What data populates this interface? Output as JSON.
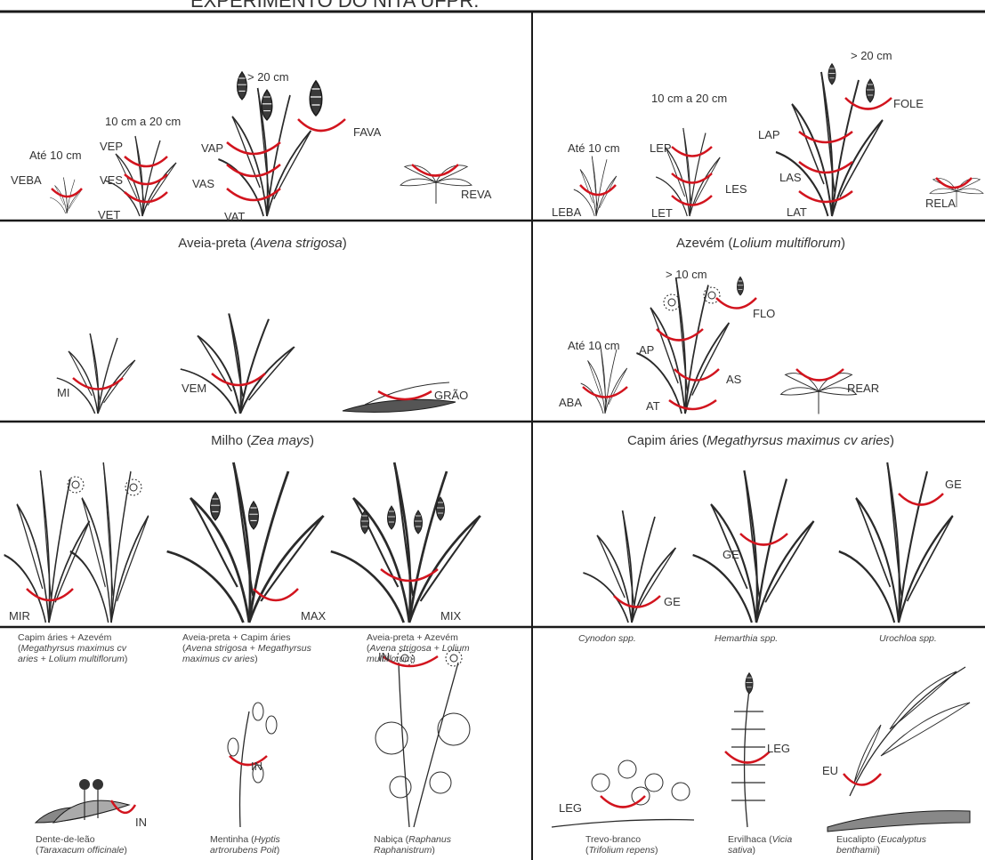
{
  "title": "EXPERIMENTO DO NITA UFPR.",
  "colors": {
    "cut_mark": "#d2141e",
    "lines": "#1a1a1a",
    "plant": "#2a2a2a"
  },
  "panels": {
    "aveia": {
      "header_pre": "Aveia-preta (",
      "header_species": "Avena strigosa",
      "header_post": ")",
      "heights": {
        "small": "Até 10 cm",
        "mid": "10 cm a 20 cm",
        "tall": "> 20 cm"
      },
      "codes": {
        "veba": "VEBA",
        "vep": "VEP",
        "ves": "VES",
        "vet": "VET",
        "vap": "VAP",
        "vas": "VAS",
        "vat": "VAT",
        "fava": "FAVA",
        "reva": "REVA"
      }
    },
    "azevem": {
      "header_pre": "Azevém (",
      "header_species": "Lolium multiflorum",
      "header_post": ")",
      "heights": {
        "small": "Até 10 cm",
        "mid": "10 cm a 20 cm",
        "tall": "> 20 cm"
      },
      "codes": {
        "leba": "LEBA",
        "lep": "LEP",
        "les": "LES",
        "let": "LET",
        "lap": "LAP",
        "las": "LAS",
        "lat": "LAT",
        "fole": "FOLE",
        "rela": "RELA"
      }
    },
    "milho": {
      "header_pre": "Milho (",
      "header_species": "Zea mays",
      "header_post": ")",
      "codes": {
        "mi": "MI",
        "vem": "VEM",
        "grao": "GRÃO"
      }
    },
    "capim": {
      "header_pre": "Capim áries (",
      "header_species": "Megathyrsus maximus cv aries",
      "header_post": ")",
      "heights": {
        "small": "Até 10 cm",
        "tall": "> 10 cm"
      },
      "codes": {
        "aba": "ABA",
        "ap": "AP",
        "as": "AS",
        "at": "AT",
        "flo": "FLO",
        "rear": "REAR"
      }
    },
    "mixes": {
      "codes": {
        "mir": "MIR",
        "max": "MAX",
        "mix": "MIX"
      },
      "captions": {
        "mir": {
          "line1": "Capim áries + Azevém",
          "line2_pre": "(",
          "line2_sp": "Megathyrsus maximus cv",
          "line3_sp": "aries + Lolium multiflorum",
          "line3_post": ")"
        },
        "max": {
          "line1": "Aveia-preta + Capim áries",
          "line2_pre": "(",
          "line2_sp": "Avena strigosa + Megathyrsus",
          "line3_sp": "maximus cv aries",
          "line3_post": ")"
        },
        "mix": {
          "line1": "Aveia-preta + Azevém",
          "line2_pre": "(",
          "line2_sp": "Avena strigosa + Lolium",
          "line3_sp": "multiflorum",
          "line3_post": ")"
        }
      }
    },
    "grasses": {
      "code": "GE",
      "captions": {
        "cynodon": "Cynodon spp.",
        "hemarthia": "Hemarthia spp.",
        "urochloa": "Urochloa spp."
      }
    },
    "weeds": {
      "code": "IN",
      "captions": {
        "dente": {
          "line1": "Dente-de-leão",
          "line2_pre": "(",
          "line2_sp": "Taraxacum officinale",
          "line2_post": ")"
        },
        "mentinha": {
          "line1_pre": "Mentinha (",
          "line1_sp": "Hyptis",
          "line2_sp": "artrorubens Poit",
          "line2_post": ")"
        },
        "nabica": {
          "line1_pre": "Nabiça (",
          "line1_sp": "Raphanus",
          "line2_sp": "Raphanistrum",
          "line2_post": ")"
        }
      }
    },
    "legumes": {
      "codes": {
        "leg": "LEG",
        "eu": "EU"
      },
      "captions": {
        "trevo": {
          "line1": "Trevo-branco",
          "line2_pre": "(",
          "line2_sp": "Trifolium repens",
          "line2_post": ")"
        },
        "ervilhaca": {
          "line1_pre": "Ervilhaca (",
          "line1_sp": "Vicia",
          "line2_sp": "sativa",
          "line2_post": ")"
        },
        "eucalipto": {
          "line1_pre": "Eucalipto (",
          "line1_sp": "Eucalyptus",
          "line2_sp": "benthamii",
          "line2_post": ")"
        }
      }
    }
  }
}
